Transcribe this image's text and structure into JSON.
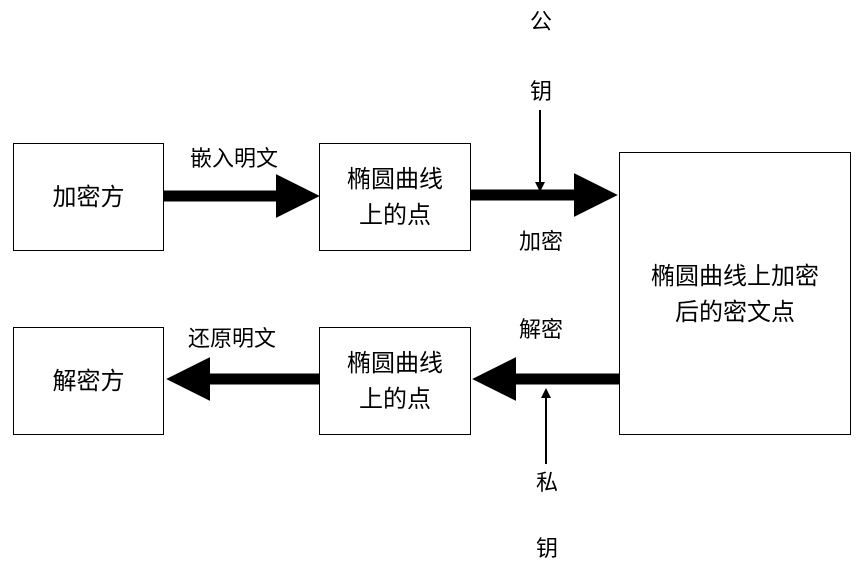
{
  "nodes": {
    "encryptor": "加密方",
    "curve_point_top_line1": "椭圆曲线",
    "curve_point_top_line2": "上的点",
    "ciphertext_line1": "椭圆曲线上加密",
    "ciphertext_line2": "后的密文点",
    "decryptor": "解密方",
    "curve_point_bottom_line1": "椭圆曲线",
    "curve_point_bottom_line2": "上的点"
  },
  "edges": {
    "embed_plaintext": "嵌入明文",
    "encrypt": "加密",
    "decrypt": "解密",
    "restore_plaintext": "还原明文"
  },
  "keys": {
    "public_key_char1": "公",
    "public_key_char2": "钥",
    "private_key_char1": "私",
    "private_key_char2": "钥"
  }
}
